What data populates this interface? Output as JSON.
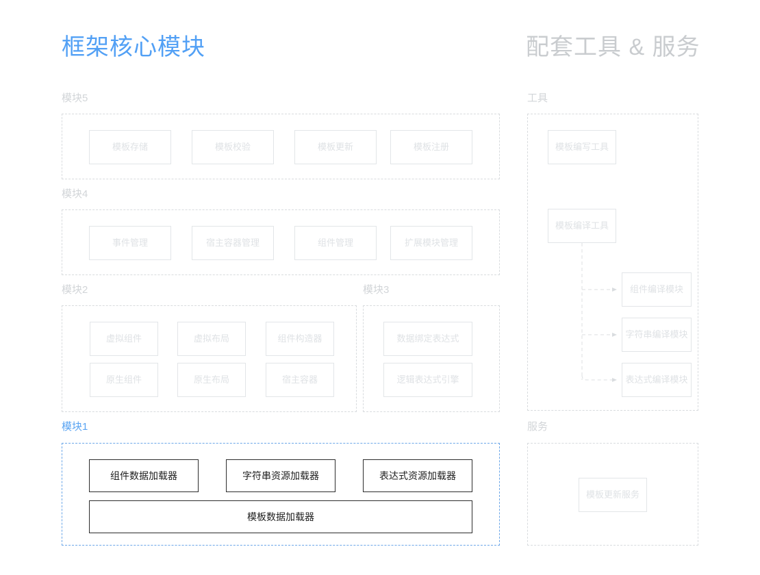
{
  "titles": {
    "left": "框架核心模块",
    "right": "配套工具 & 服务"
  },
  "colors": {
    "accent": "#52a0f5",
    "muted_text": "#dfe2e5",
    "muted_border": "#e2e5e8",
    "dashed_border": "#d8dbde",
    "accent_dashed": "#6aa6e8",
    "solid_border": "#2b2b2b",
    "solid_text": "#1d1d1d",
    "section_label": "#d2d5d8",
    "background": "#ffffff"
  },
  "left_column": {
    "sections": [
      {
        "label": "模块5",
        "accent": false,
        "boxes": [
          "模板存储",
          "模板校验",
          "模板更新",
          "模板注册"
        ]
      },
      {
        "label": "模块4",
        "accent": false,
        "boxes": [
          "事件管理",
          "宿主容器管理",
          "组件管理",
          "扩展模块管理"
        ]
      },
      {
        "label": "模块2",
        "accent": false,
        "boxes": [
          "虚拟组件",
          "虚拟布局",
          "组件构造器",
          "原生组件",
          "原生布局",
          "宿主容器"
        ]
      },
      {
        "label": "模块3",
        "accent": false,
        "boxes": [
          "数据绑定表达式",
          "逻辑表达式引擎"
        ]
      },
      {
        "label": "模块1",
        "accent": true,
        "boxes": [
          "组件数据加载器",
          "字符串资源加载器",
          "表达式资源加载器",
          "模板数据加载器"
        ]
      }
    ]
  },
  "right_column": {
    "sections": [
      {
        "label": "工具",
        "accent": false,
        "boxes": [
          "模板编写工具",
          "模板编译工具",
          "组件编译模块",
          "字符串编译模块",
          "表达式编译模块"
        ]
      },
      {
        "label": "服务",
        "accent": false,
        "boxes": [
          "模板更新服务"
        ]
      }
    ]
  },
  "connections": [
    {
      "from": "模板编译工具",
      "to": "组件编译模块",
      "style": "dashed-arrow"
    },
    {
      "from": "模板编译工具",
      "to": "字符串编译模块",
      "style": "dashed-arrow"
    },
    {
      "from": "模板编译工具",
      "to": "表达式编译模块",
      "style": "dashed-arrow"
    }
  ]
}
